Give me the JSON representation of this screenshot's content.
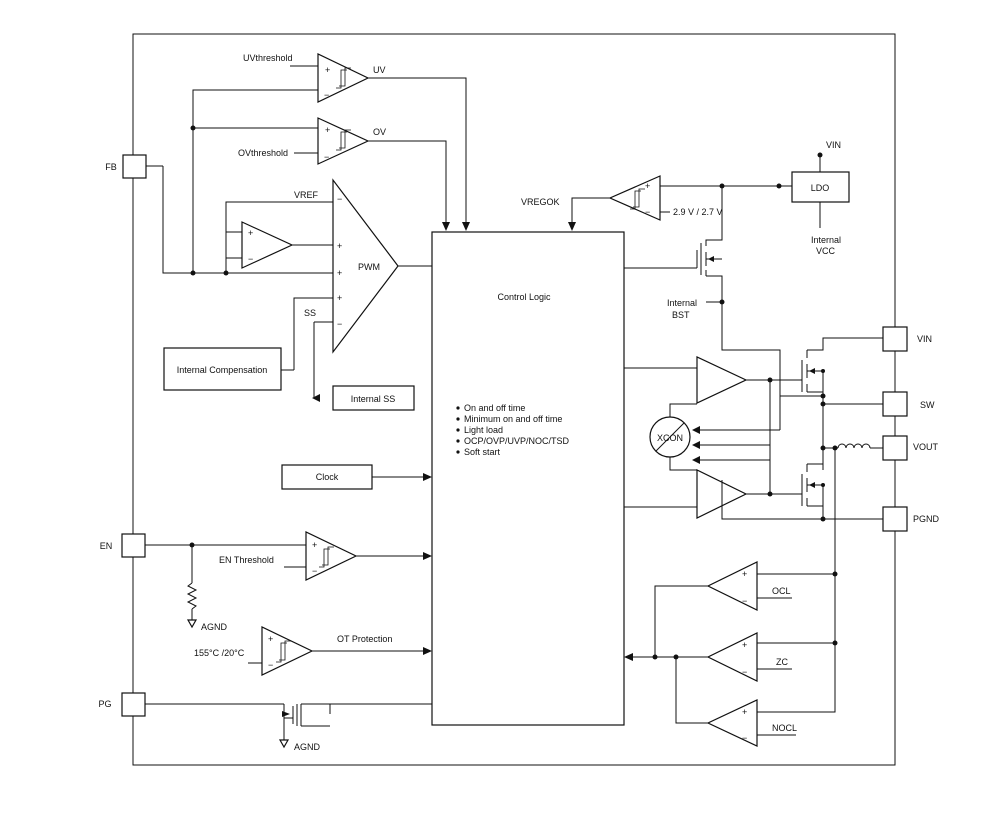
{
  "pins": {
    "fb": "FB",
    "en": "EN",
    "pg": "PG",
    "vin": "VIN",
    "sw": "SW",
    "vout": "VOUT",
    "pgnd": "PGND"
  },
  "labels": {
    "uv_threshold": "UVthreshold",
    "uv": "UV",
    "ov": "OV",
    "ov_threshold": "OVthreshold",
    "vref": "VREF",
    "pwm": "PWM",
    "ss": "SS",
    "vregok": "VREGOK",
    "vregok_threshold": "2.9 V / 2.7 V",
    "vin_supply": "VIN",
    "internal_vcc_1": "Internal",
    "internal_vcc_2": "VCC",
    "internal_bst_1": "Internal",
    "internal_bst_2": "BST",
    "xcon": "XCON",
    "en_threshold": "EN Threshold",
    "agnd_en": "AGND",
    "agnd_pg": "AGND",
    "ot_threshold": "155°C /20°C",
    "ot_protection": "OT Protection",
    "ocl": "OCL",
    "zc": "ZC",
    "nocl": "NOCL"
  },
  "blocks": {
    "control_logic": "Control Logic",
    "ldo": "LDO",
    "internal_compensation": "Internal Compensation",
    "internal_ss": "Internal SS",
    "clock": "Clock"
  },
  "features": [
    "On and off time",
    "Minimum on and off time",
    "Light load",
    "OCP/OVP/UVP/NOC/TSD",
    "Soft start"
  ],
  "signs": {
    "plus": "+",
    "minus": "−"
  }
}
